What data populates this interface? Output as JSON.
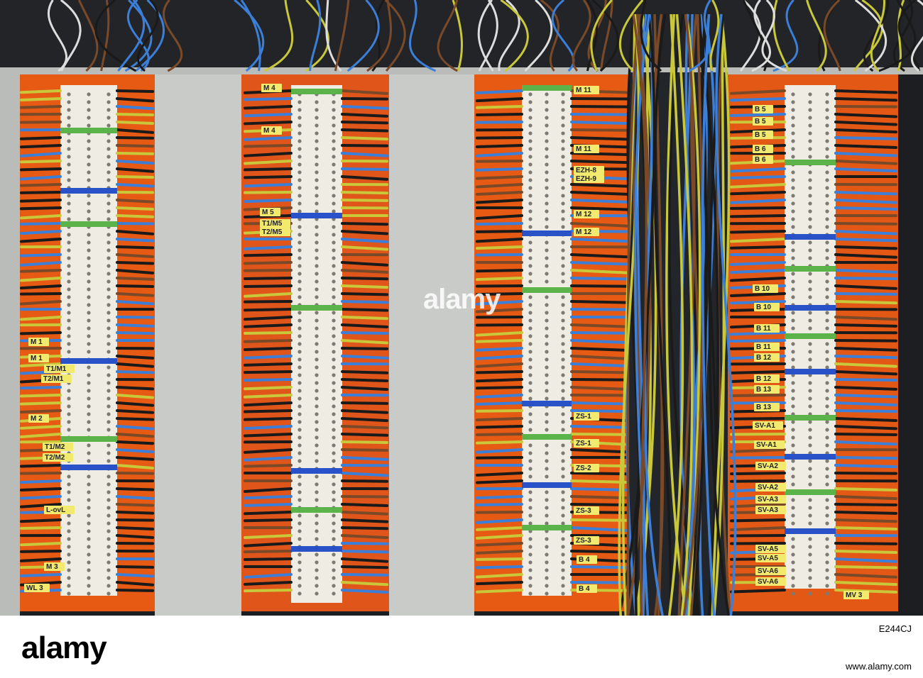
{
  "photo": {
    "subject": "electrical terminal block panel with wiring",
    "colors": {
      "panel": "#e65a14",
      "duct": "#c9ccc8",
      "terminal": "#efece4",
      "label": "#f2ea6e",
      "wire_blue": "#3c7fd8",
      "wire_black": "#1a1a1a",
      "wire_yellow_green": "#c8c83a",
      "wire_brown": "#7a4a28"
    },
    "wire_labels": [
      "M 1",
      "M 1",
      "T1/M1",
      "T2/M1",
      "M 2",
      "T1/M2",
      "T2/M2",
      "L-ovL",
      "M 3",
      "WL 3",
      "M 4",
      "M 4",
      "M 5",
      "T1/M5",
      "T2/M5",
      "M 11",
      "M 11",
      "EZH-8",
      "EZH-9",
      "M 12",
      "M 12",
      "ZS-1",
      "ZS-1",
      "ZS-2",
      "ZS-3",
      "ZS-3",
      "B 4",
      "B 4",
      "B 5",
      "B 5",
      "B 5",
      "B 6",
      "B 6",
      "B 10",
      "B 10",
      "B 11",
      "B 11",
      "B 12",
      "B 12",
      "B 13",
      "B 13",
      "SV-A1",
      "SV-A1",
      "SV-A2",
      "SV-A2",
      "SV-A3",
      "SV-A3",
      "SV-A5",
      "SV-A5",
      "SV-A6",
      "SV-A6",
      "MV 3"
    ],
    "watermark": "alamy"
  },
  "footer": {
    "logo": "alamy",
    "image_id": "E244CJ",
    "url": "www.alamy.com"
  }
}
